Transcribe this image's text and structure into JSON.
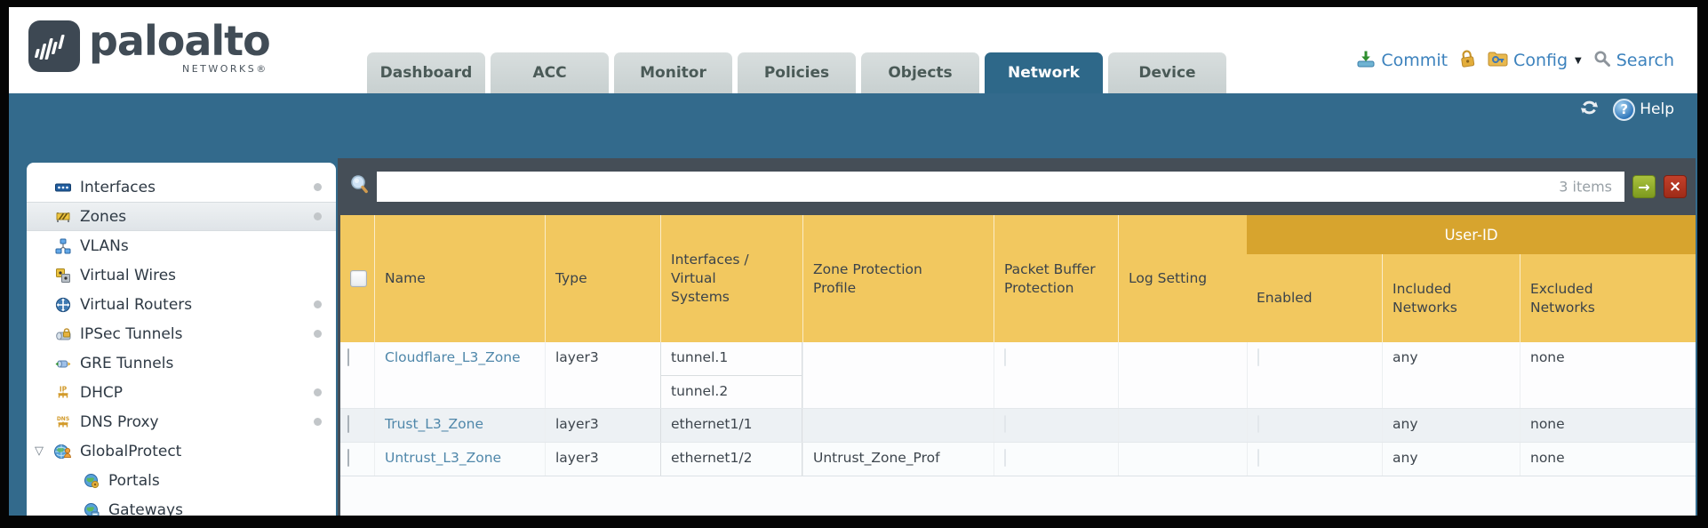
{
  "colors": {
    "teal_band": "#336a8c",
    "slate_bar": "#454e57",
    "header_gold": "#f2c85f",
    "group_gold": "#d7a42e",
    "link_blue": "#4f87aa",
    "action_blue": "#3c82bd",
    "active_tab": "#2e6889"
  },
  "brand": {
    "name": "paloalto",
    "subtitle": "NETWORKS®"
  },
  "nav": {
    "tabs": [
      {
        "label": "Dashboard",
        "active": false
      },
      {
        "label": "ACC",
        "active": false
      },
      {
        "label": "Monitor",
        "active": false
      },
      {
        "label": "Policies",
        "active": false
      },
      {
        "label": "Objects",
        "active": false
      },
      {
        "label": "Network",
        "active": true
      },
      {
        "label": "Device",
        "active": false
      }
    ]
  },
  "header_actions": {
    "commit": "Commit",
    "config": "Config",
    "search": "Search"
  },
  "band": {
    "help": "Help"
  },
  "sidebar": {
    "items": [
      {
        "label": "Interfaces",
        "icon": "interfaces",
        "dot": true
      },
      {
        "label": "Zones",
        "icon": "zones",
        "dot": true,
        "selected": true
      },
      {
        "label": "VLANs",
        "icon": "vlans"
      },
      {
        "label": "Virtual Wires",
        "icon": "virtual-wires"
      },
      {
        "label": "Virtual Routers",
        "icon": "virtual-routers",
        "dot": true
      },
      {
        "label": "IPSec Tunnels",
        "icon": "ipsec-tunnels",
        "dot": true
      },
      {
        "label": "GRE Tunnels",
        "icon": "gre-tunnels"
      },
      {
        "label": "DHCP",
        "icon": "dhcp",
        "dot": true
      },
      {
        "label": "DNS Proxy",
        "icon": "dns-proxy",
        "dot": true
      },
      {
        "label": "GlobalProtect",
        "icon": "globalprotect",
        "expanded": true
      },
      {
        "label": "Portals",
        "icon": "portals",
        "child": true
      },
      {
        "label": "Gateways",
        "icon": "gateways",
        "child": true
      }
    ]
  },
  "filterbar": {
    "value": "",
    "count": "3 items"
  },
  "table": {
    "columns": [
      "Name",
      "Type",
      "Interfaces / Virtual Systems",
      "Zone Protection Profile",
      "Packet Buffer Protection",
      "Log Setting"
    ],
    "user_id_group": {
      "label": "User-ID",
      "columns": [
        "Enabled",
        "Included Networks",
        "Excluded Networks"
      ]
    },
    "rows": [
      {
        "name": "Cloudflare_L3_Zone",
        "type": "layer3",
        "interfaces": [
          "tunnel.1",
          "tunnel.2"
        ],
        "zone_protection_profile": "",
        "packet_buffer_protection": false,
        "log_setting": "",
        "user_id": {
          "enabled": false,
          "included_networks": "any",
          "excluded_networks": "none"
        }
      },
      {
        "name": "Trust_L3_Zone",
        "type": "layer3",
        "interfaces": [
          "ethernet1/1"
        ],
        "zone_protection_profile": "",
        "packet_buffer_protection": false,
        "log_setting": "",
        "user_id": {
          "enabled": false,
          "included_networks": "any",
          "excluded_networks": "none"
        }
      },
      {
        "name": "Untrust_L3_Zone",
        "type": "layer3",
        "interfaces": [
          "ethernet1/2"
        ],
        "zone_protection_profile": "Untrust_Zone_Prof",
        "packet_buffer_protection": false,
        "log_setting": "",
        "user_id": {
          "enabled": false,
          "included_networks": "any",
          "excluded_networks": "none"
        }
      }
    ]
  }
}
